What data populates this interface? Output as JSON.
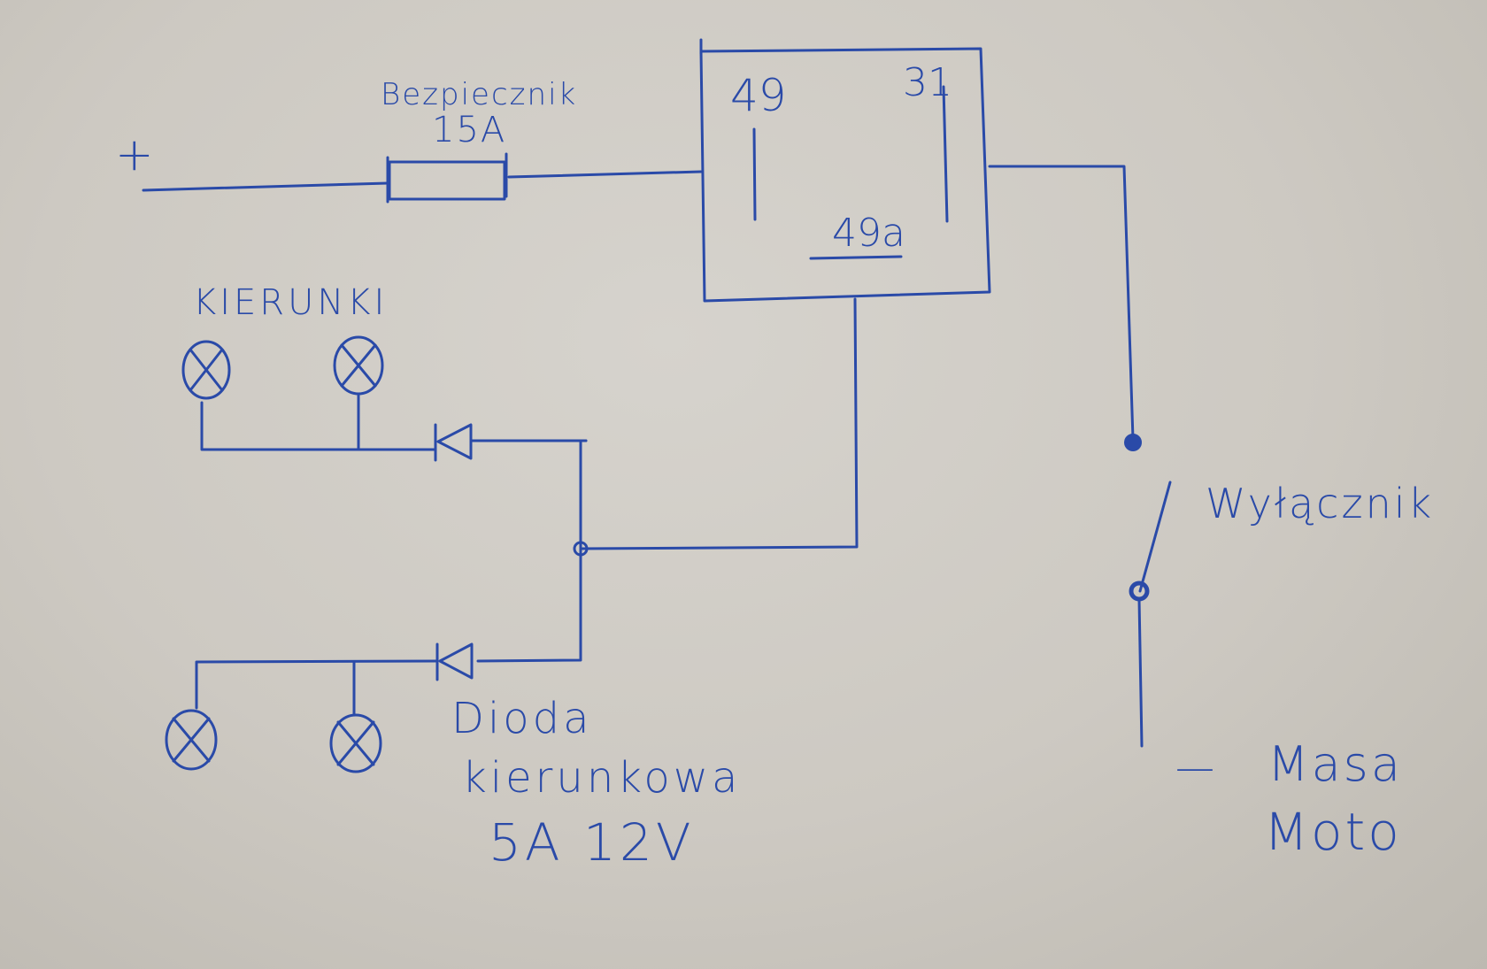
{
  "labels": {
    "plus": "+",
    "fuse": "Bezpiecznik",
    "fuse_rating": "15A",
    "relay_pin_49": "49",
    "relay_pin_31": "31",
    "relay_pin_49a": "49a",
    "indicators": "KIERUNKI",
    "switch": "Wyłącznik",
    "diode_line1": "Dioda",
    "diode_line2": "kierunkowa",
    "diode_line3": "5A 12V",
    "minus": "—",
    "ground_line1": "Masa",
    "ground_line2": "Moto"
  },
  "colors": {
    "ink": "#2a4aa8",
    "paper": "#d0cdc6"
  }
}
